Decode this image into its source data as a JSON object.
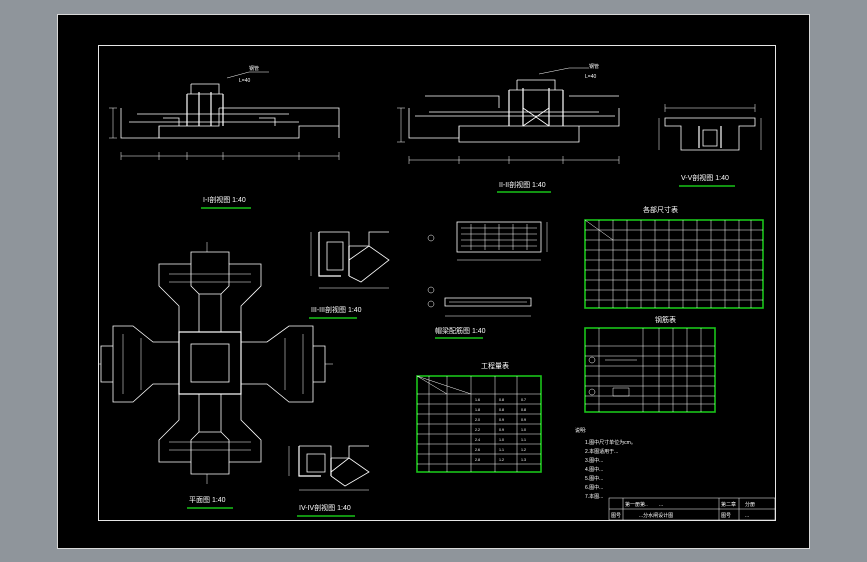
{
  "section_titles": {
    "s1": "I-I剖视图 1:40",
    "s2": "II-II剖视图 1:40",
    "s3": "III-III剖视图 1:40",
    "s4": "IV-IV剖视图 1:40",
    "s5": "V-V剖视图 1:40",
    "plan": "平面图 1:40",
    "brace": "帽梁配筋图 1:40"
  },
  "tables": {
    "dims_title": "各部尺寸表",
    "rebar_title": "钢筋表",
    "qty_title": "工程量表",
    "qty_rows": [
      [
        "1.6",
        "0.8",
        "0.7"
      ],
      [
        "1.8",
        "0.8",
        "0.8"
      ],
      [
        "2.0",
        "0.9",
        "0.9"
      ],
      [
        "2.2",
        "0.9",
        "1.0"
      ],
      [
        "2.4",
        "1.0",
        "1.1"
      ],
      [
        "2.6",
        "1.1",
        "1.2"
      ],
      [
        "2.8",
        "1.2",
        "1.3"
      ]
    ]
  },
  "notes": {
    "heading": "说明:",
    "lines": [
      "1.图中尺寸单位为cm。",
      "2.本图适用于...",
      "3.图中...",
      "4.图中...",
      "5.图中...",
      "6.图中...",
      "7.本图..."
    ]
  },
  "title_block": {
    "r1c1": "第一册第..",
    "r1c2": "...",
    "r1c3": "第二章",
    "r1c4": "分册",
    "r2c1": "图号",
    "r2c2": "...分水闸设计图",
    "r2c3": "图号",
    "r2c4": "..."
  },
  "colors": {
    "background": "#000000",
    "frame": "#e6e6e6",
    "highlight": "#19c419",
    "window": "#8f959b"
  }
}
